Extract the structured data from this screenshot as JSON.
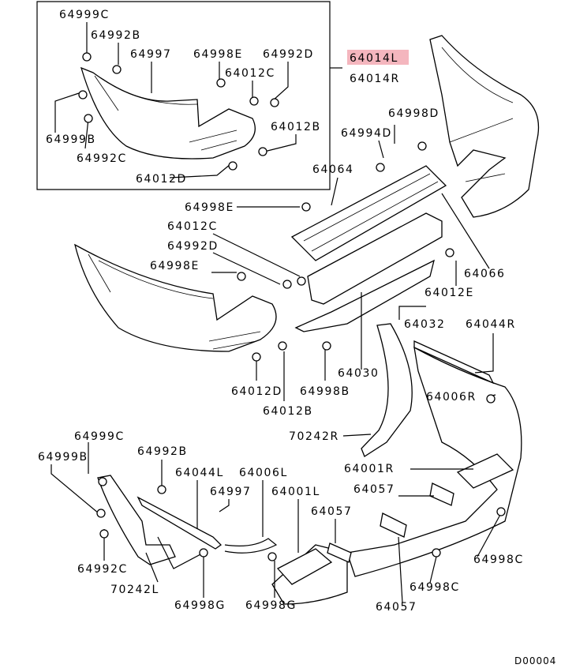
{
  "diagram": {
    "highlight_color": "#f4b6be",
    "code": "D00004",
    "labels": [
      "64999C",
      "64992B",
      "64997",
      "64998E",
      "64992D",
      "64012C",
      "64012B",
      "64999B",
      "64992C",
      "64012D",
      "64014L",
      "64014R",
      "64998D",
      "64994D",
      "64064",
      "64998E",
      "64012C",
      "64992D",
      "64998E",
      "64066",
      "64012E",
      "64032",
      "64044R",
      "64030",
      "64012D",
      "64998B",
      "64006R",
      "64012B",
      "70242R",
      "64999C",
      "64999B",
      "64992B",
      "64001R",
      "64044L",
      "64006L",
      "64057",
      "64997",
      "64001L",
      "64057",
      "64998C",
      "64992C",
      "64998C",
      "70242L",
      "64998G",
      "64998G",
      "64057"
    ],
    "highlighted_label": "64014L"
  }
}
